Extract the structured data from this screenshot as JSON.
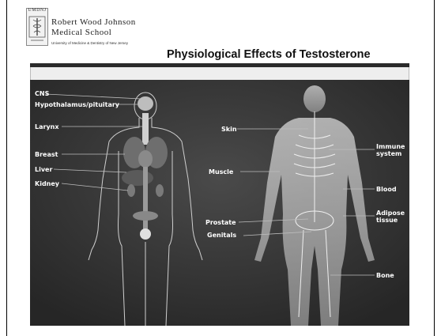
{
  "header": {
    "logo_abbr": "UMDNJ",
    "logo_line1": "Robert Wood Johnson",
    "logo_line2": "Medical School",
    "logo_sub": "University of Medicine & Dentistry of New Jersey",
    "title": "Physiological Effects of Testosterone"
  },
  "figure": {
    "left_labels": {
      "cns": "CNS",
      "hypothalamus": "Hypothalamus/pituitary",
      "larynx": "Larynx",
      "breast": "Breast",
      "liver": "Liver",
      "kidney": "Kidney"
    },
    "middle_labels": {
      "skin": "Skin",
      "muscle": "Muscle",
      "prostate": "Prostate",
      "genitals": "Genitals"
    },
    "right_labels": {
      "immune": "Immune\nsystem",
      "blood": "Blood",
      "adipose": "Adipose\ntissue",
      "bone": "Bone"
    }
  }
}
